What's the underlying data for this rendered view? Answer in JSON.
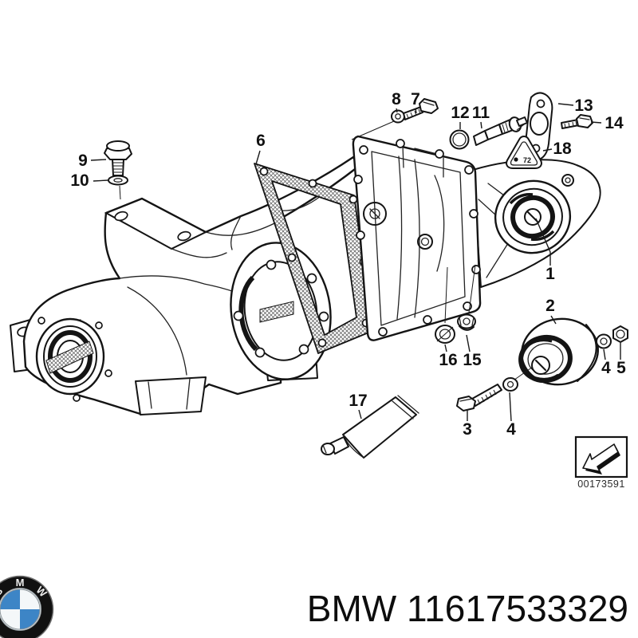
{
  "page": {
    "background": "#ffffff"
  },
  "diagram": {
    "drawing_number": "00173591",
    "triangle_symbol_text": "72",
    "callouts": [
      {
        "label": "1"
      },
      {
        "label": "2"
      },
      {
        "label": "3"
      },
      {
        "label": "4"
      },
      {
        "label": "4"
      },
      {
        "label": "5"
      },
      {
        "label": "6"
      },
      {
        "label": "7"
      },
      {
        "label": "8"
      },
      {
        "label": "9"
      },
      {
        "label": "10"
      },
      {
        "label": "11"
      },
      {
        "label": "12"
      },
      {
        "label": "13"
      },
      {
        "label": "14"
      },
      {
        "label": "15"
      },
      {
        "label": "16"
      },
      {
        "label": "17"
      },
      {
        "label": "18"
      }
    ]
  },
  "footer": {
    "brand": "BMW",
    "part_number": "11617533329",
    "logo_letters": [
      "B",
      "M",
      "W"
    ]
  },
  "colors": {
    "line": "#141414",
    "logo_blue": "#3d85c6",
    "background": "#ffffff"
  }
}
